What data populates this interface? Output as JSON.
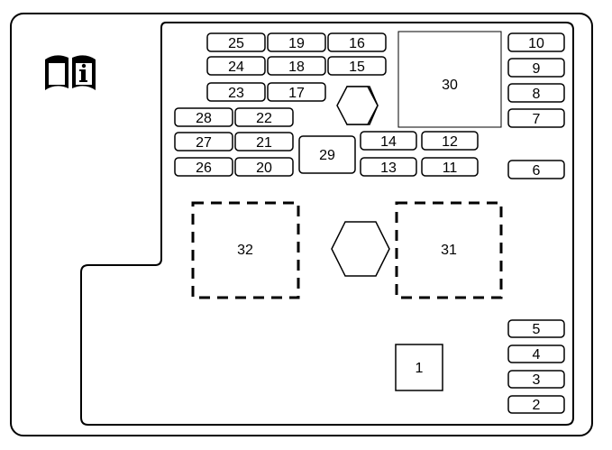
{
  "fuses": {
    "f25": "25",
    "f19": "19",
    "f16": "16",
    "f24": "24",
    "f18": "18",
    "f15": "15",
    "f23": "23",
    "f17": "17",
    "f28": "28",
    "f22": "22",
    "f27": "27",
    "f21": "21",
    "f26": "26",
    "f20": "20",
    "f14": "14",
    "f12": "12",
    "f13": "13",
    "f11": "11",
    "f10": "10",
    "f9": "9",
    "f8": "8",
    "f7": "7",
    "f6": "6",
    "f5": "5",
    "f4": "4",
    "f3": "3",
    "f2": "2"
  },
  "blocks": {
    "b29": "29",
    "b30": "30",
    "b31": "31",
    "b32": "32",
    "b1": "1"
  },
  "icons": {
    "manual": "owner-manual-info-icon"
  },
  "colors": {
    "stroke": "#000000",
    "background": "#ffffff"
  }
}
